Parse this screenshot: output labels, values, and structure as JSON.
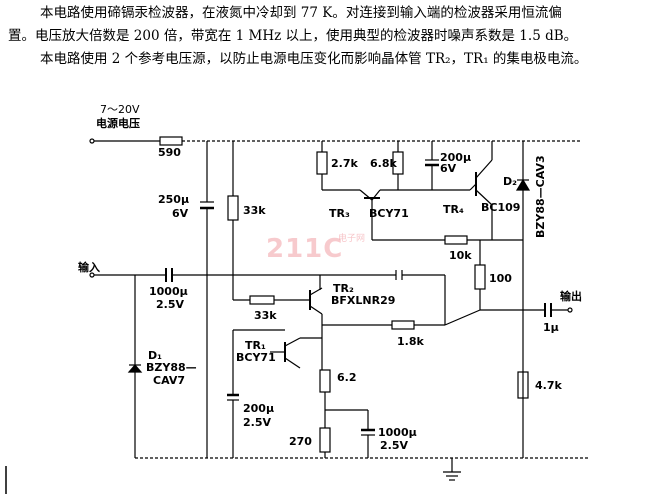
{
  "text": {
    "para1_line1": "本电路使用碲镉汞检波器，在液氮中冷却到 77 K。对连接到输入端的检波器采用恒流偏",
    "para1_line2": "置。电压放大倍数是 200 倍，带宽在 1 MHz 以上，使用典型的检波器时噪声系数是 1.5 dB。",
    "para2": "本电路使用 2 个参考电压源，以防止电源电压变化而影响晶体管 TR₂，TR₁ 的集电极电流。"
  },
  "watermark": {
    "main": "211C",
    "sub": "电子网"
  },
  "labels": {
    "supply_range": "7～20V",
    "supply_name": "电源电压",
    "r590": "590",
    "c250": "250µ",
    "c250v": "6V",
    "r33k_top": "33k",
    "r27k": "2.7k",
    "r68k": "6.8k",
    "c200_top": "200µ",
    "c200_top_v": "6V",
    "d2": "D₂",
    "d2_part": "BZY88—CAV3",
    "tr3": "TR₃",
    "tr3_part": "BCY71",
    "tr4": "TR₄",
    "tr4_part": "BC109",
    "r10k": "10k",
    "input": "输入",
    "c1000_in": "1000µ",
    "c1000_in_v": "2.5V",
    "tr2": "TR₂",
    "tr2_part": "BFXLNR29",
    "r100": "100",
    "output": "输出",
    "cout": "1µ",
    "r33k_mid": "33k",
    "r18k": "1.8k",
    "tr1": "TR₁",
    "tr1_part": "BCY71",
    "d1": "D₁",
    "d1_part1": "BZY88—",
    "d1_part2": "CAV7",
    "c200_bot": "200µ",
    "c200_bot_v": "2.5V",
    "r62": "6.2",
    "r47k": "4.7k",
    "r270": "270",
    "c1000_bot": "1000µ",
    "c1000_bot_v": "2.5V"
  }
}
